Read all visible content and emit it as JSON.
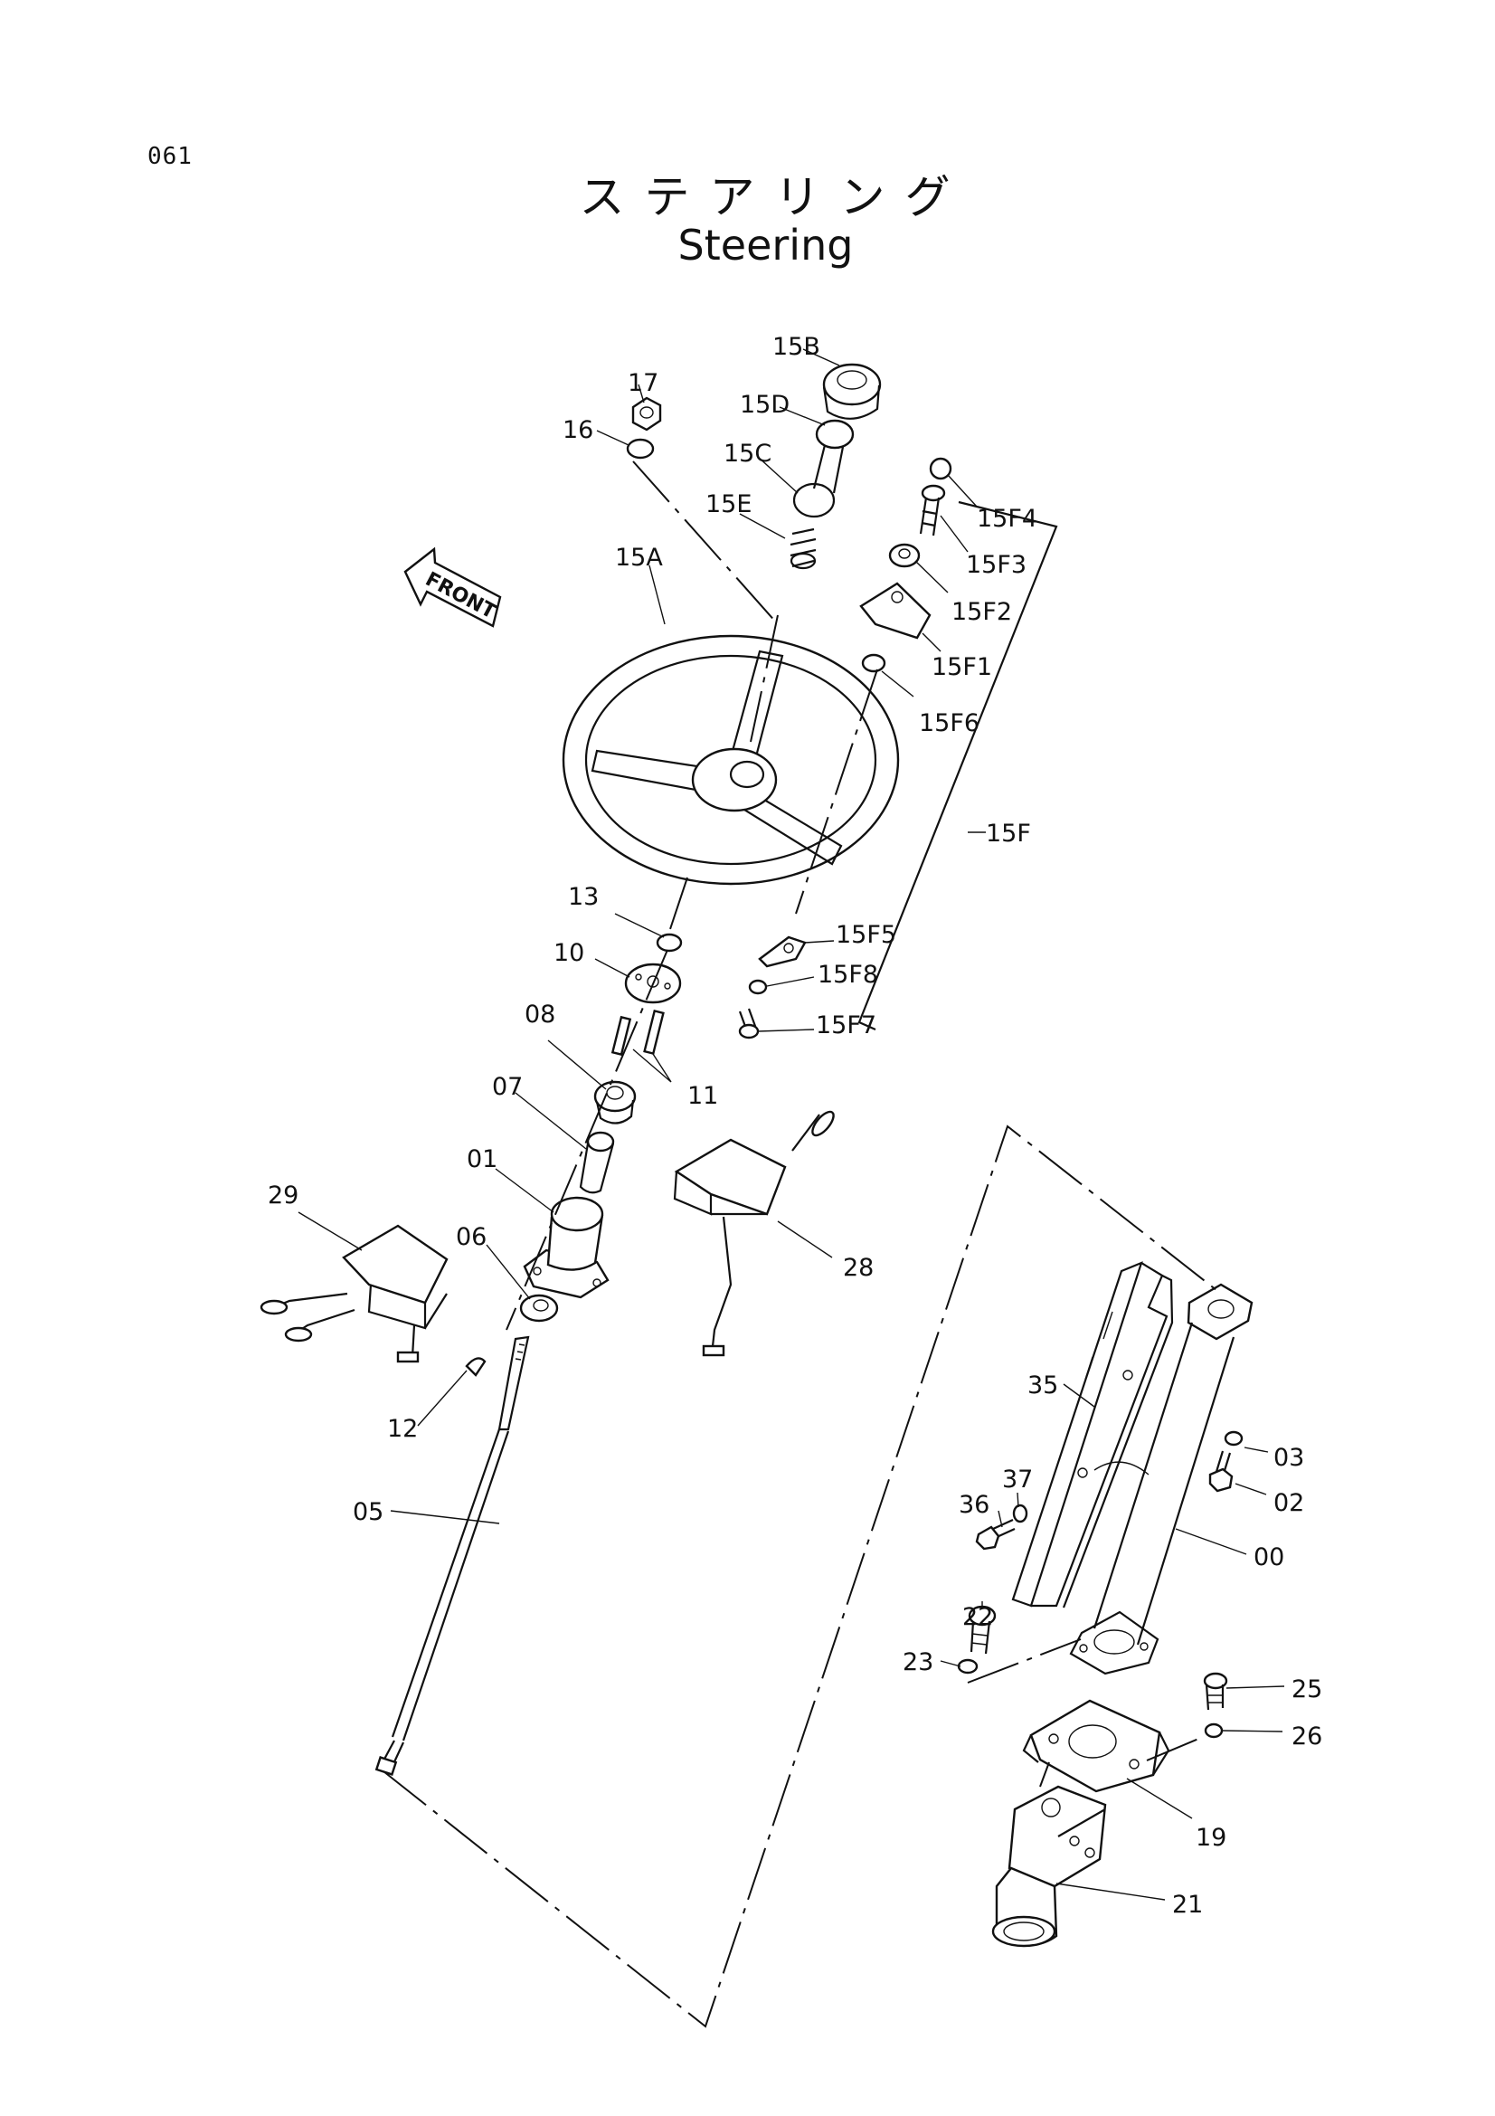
{
  "page_number": "061",
  "title_jp": "ステアリング",
  "title_en": "Steering",
  "front_label": "FRONT",
  "labels": {
    "p15B": "15B",
    "p15D": "15D",
    "p15C": "15C",
    "p15E": "15E",
    "p17": "17",
    "p16": "16",
    "p15A": "15A",
    "p15F4": "15F4",
    "p15F3": "15F3",
    "p15F2": "15F2",
    "p15F1": "15F1",
    "p15F6": "15F6",
    "p15F": "15F",
    "p15F5": "15F5",
    "p15F8": "15F8",
    "p15F7": "15F7",
    "p13": "13",
    "p10": "10",
    "p08": "08",
    "p11": "11",
    "p07": "07",
    "p01": "01",
    "p29": "29",
    "p06": "06",
    "p28": "28",
    "p12": "12",
    "p05": "05",
    "p35": "35",
    "p03": "03",
    "p37": "37",
    "p02": "02",
    "p36": "36",
    "p00": "00",
    "p22": "22",
    "p23": "23",
    "p25": "25",
    "p26": "26",
    "p19": "19",
    "p21": "21"
  }
}
